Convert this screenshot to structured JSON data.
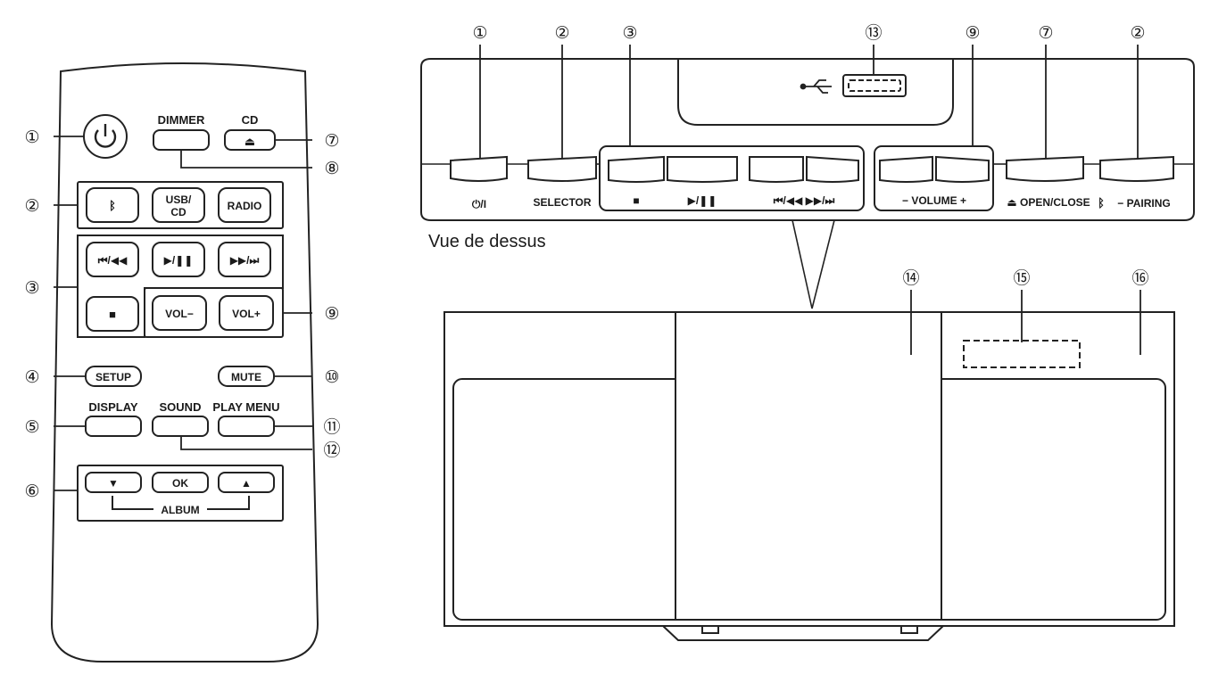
{
  "remote": {
    "callouts": [
      "①",
      "②",
      "③",
      "④",
      "⑤",
      "⑥",
      "⑦",
      "⑧",
      "⑨",
      "⑩",
      "⑪",
      "⑫"
    ],
    "labels": {
      "dimmer": "DIMMER",
      "cd": "CD",
      "usb_top": "USB/",
      "usb_bottom": "CD",
      "radio": "RADIO",
      "vol_minus": "VOL−",
      "vol_plus": "VOL+",
      "setup": "SETUP",
      "mute": "MUTE",
      "display": "DISPLAY",
      "sound": "SOUND",
      "play_menu": "PLAY MENU",
      "ok": "OK",
      "album": "ALBUM"
    },
    "glyphs": {
      "prev": "⏮/◀◀",
      "play_pause": "▶/❚❚",
      "next": "▶▶/⏭",
      "stop": "■",
      "down": "▼",
      "up": "▲",
      "eject": "⏏"
    }
  },
  "top_view": {
    "caption": "Vue de dessus",
    "callouts": [
      "①",
      "②",
      "③",
      "⑬",
      "⑨",
      "⑦",
      "②"
    ],
    "labels": {
      "power": "⏻/I",
      "selector": "SELECTOR",
      "stop": "■",
      "play_pause": "▶/❚❚",
      "skip": "⏮/◀◀  ▶▶/⏭",
      "volume": "− VOLUME +",
      "open_close": "⏏ OPEN/CLOSE",
      "pairing": "− PAIRING"
    }
  },
  "front_view": {
    "callouts": [
      "⑭",
      "⑮",
      "⑯"
    ]
  }
}
